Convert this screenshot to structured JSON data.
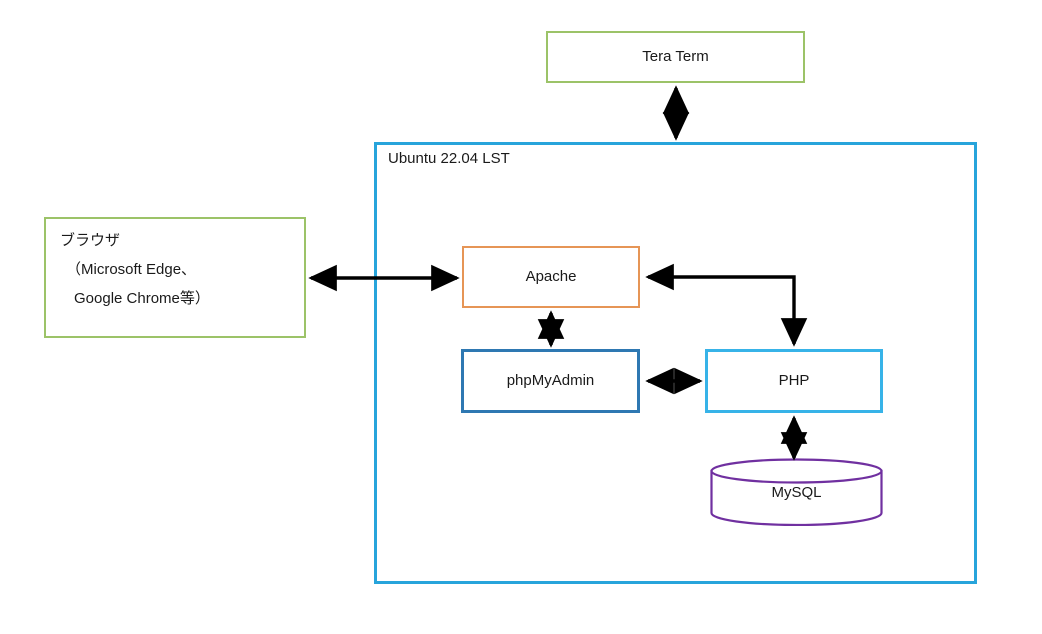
{
  "diagram": {
    "title_text_present": false,
    "background": "#ffffff",
    "nodes": {
      "tera_term": {
        "label": "Tera Term",
        "border_color": "#9CC368",
        "shape": "rectangle"
      },
      "browser": {
        "line1": "ブラウザ",
        "line2": "（Microsoft Edge、",
        "line3": "Google Chrome等）",
        "border_color": "#9CC368",
        "shape": "rectangle"
      },
      "ubuntu": {
        "label": "Ubuntu 22.04 LST",
        "border_color": "#27A4DB",
        "shape": "container-rectangle"
      },
      "apache": {
        "label": "Apache",
        "border_color": "#E69556",
        "shape": "rectangle"
      },
      "phpmyadmin": {
        "label": "phpMyAdmin",
        "border_color": "#2E78B2",
        "shape": "rectangle"
      },
      "php": {
        "label": "PHP",
        "border_color": "#37B3E8",
        "shape": "rectangle"
      },
      "mysql": {
        "label": "MySQL",
        "border_color": "#7030A0",
        "shape": "cylinder"
      }
    },
    "connectors": [
      {
        "name": "tera-term-to-ubuntu",
        "from": "tera_term",
        "to": "ubuntu",
        "direction": "bidirectional",
        "style": "straight-vertical",
        "color": "#000000"
      },
      {
        "name": "browser-to-apache",
        "from": "browser",
        "to": "apache",
        "direction": "bidirectional",
        "style": "straight-horizontal",
        "color": "#000000"
      },
      {
        "name": "apache-to-phpmyadmin",
        "from": "apache",
        "to": "phpmyadmin",
        "direction": "bidirectional",
        "style": "straight-vertical",
        "color": "#000000"
      },
      {
        "name": "apache-to-php",
        "from": "apache",
        "to": "php",
        "direction": "bidirectional",
        "style": "elbow",
        "color": "#000000"
      },
      {
        "name": "phpmyadmin-to-php",
        "from": "phpmyadmin",
        "to": "php",
        "direction": "bidirectional",
        "style": "straight-horizontal",
        "color": "#000000"
      },
      {
        "name": "php-to-mysql",
        "from": "php",
        "to": "mysql",
        "direction": "bidirectional",
        "style": "straight-vertical",
        "color": "#000000"
      }
    ]
  }
}
